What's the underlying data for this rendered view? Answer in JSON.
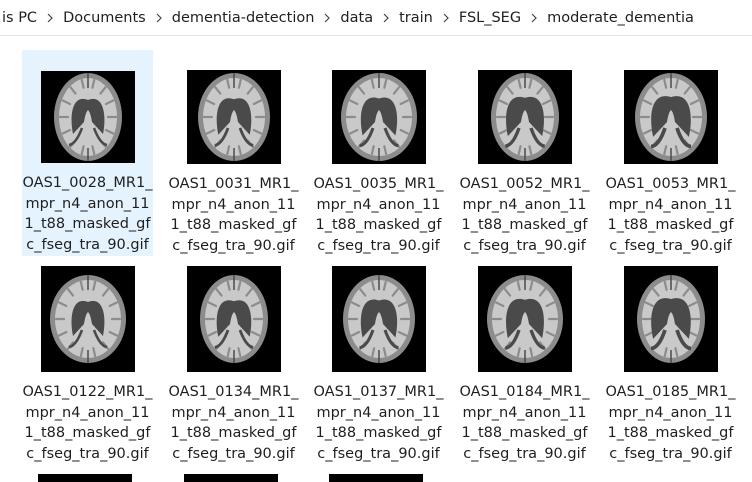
{
  "breadcrumb": [
    "is PC",
    "Documents",
    "dementia-detection",
    "data",
    "train",
    "FSL_SEG",
    "moderate_dementia"
  ],
  "files": [
    {
      "name": "OAS1_0028_MR1_mpr_n4_anon_111_t88_masked_gfc_fseg_tra_90.gif",
      "selected": true
    },
    {
      "name": "OAS1_0031_MR1_mpr_n4_anon_111_t88_masked_gfc_fseg_tra_90.gif",
      "selected": false
    },
    {
      "name": "OAS1_0035_MR1_mpr_n4_anon_111_t88_masked_gfc_fseg_tra_90.gif",
      "selected": false
    },
    {
      "name": "OAS1_0052_MR1_mpr_n4_anon_111_t88_masked_gfc_fseg_tra_90.gif",
      "selected": false
    },
    {
      "name": "OAS1_0053_MR1_mpr_n4_anon_111_t88_masked_gfc_fseg_tra_90.gif",
      "selected": false
    },
    {
      "name": "OAS1_0122_MR1_mpr_n4_anon_111_t88_masked_gfc_fseg_tra_90.gif",
      "selected": false
    },
    {
      "name": "OAS1_0134_MR1_mpr_n4_anon_111_t88_masked_gfc_fseg_tra_90.gif",
      "selected": false
    },
    {
      "name": "OAS1_0137_MR1_mpr_n4_anon_111_t88_masked_gfc_fseg_tra_90.gif",
      "selected": false
    },
    {
      "name": "OAS1_0184_MR1_mpr_n4_anon_111_t88_masked_gfc_fseg_tra_90.gif",
      "selected": false
    },
    {
      "name": "OAS1_0185_MR1_mpr_n4_anon_111_t88_masked_gfc_fseg_tra_90.gif",
      "selected": false
    }
  ],
  "colors": {
    "selection": "#e5f3ff",
    "thumbnail_background": "#000000",
    "white_matter": "#c9c9c9",
    "gray_matter": "#8c8c8c",
    "csf": "#4a4a4a"
  }
}
